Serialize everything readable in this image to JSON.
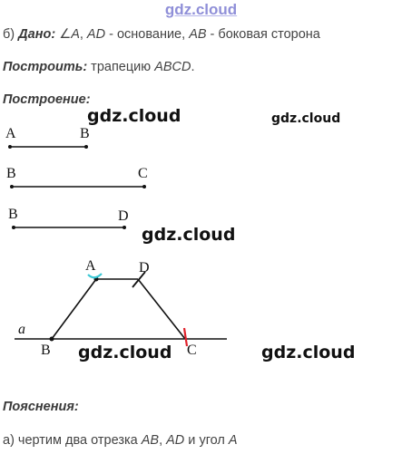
{
  "watermarks": {
    "top": "gdz.cloud",
    "w1": "gdz.cloud",
    "w2": "gdz.cloud",
    "w3": "gdz.cloud",
    "w4": "gdz.cloud",
    "w5": "gdz.cloud"
  },
  "given": {
    "prefix": "б) ",
    "label": "Дано:",
    "angle_symbol": "∠",
    "angle_vertex": "A",
    "text1": ", ",
    "base_seg": "AD",
    "text2": " - основание, ",
    "side_seg": "AB",
    "text3": " - боковая сторона"
  },
  "construct": {
    "label": "Построить:",
    "text1": " трапецию ",
    "trapezoid": "ABCD",
    "text2": "."
  },
  "construction_heading": "Построение:",
  "figure_labels": {
    "seg1_a": "A",
    "seg1_b": "B",
    "seg2_a": "B",
    "seg2_b": "C",
    "seg3_a": "B",
    "seg3_b": "D",
    "line_a": "a",
    "t_A": "A",
    "t_D": "D",
    "t_B": "B",
    "t_C": "C"
  },
  "explanations_heading": "Пояснения:",
  "explanation_a": {
    "prefix": "а) чертим два отрезка ",
    "seg1": "AB",
    "sep": ", ",
    "seg2": "AD",
    "mid": " и угол ",
    "angle": "A"
  },
  "colors": {
    "watermark_top": "#8f8fd8",
    "arc_cyan": "#39c7d4",
    "arc_red": "#e0202a"
  }
}
